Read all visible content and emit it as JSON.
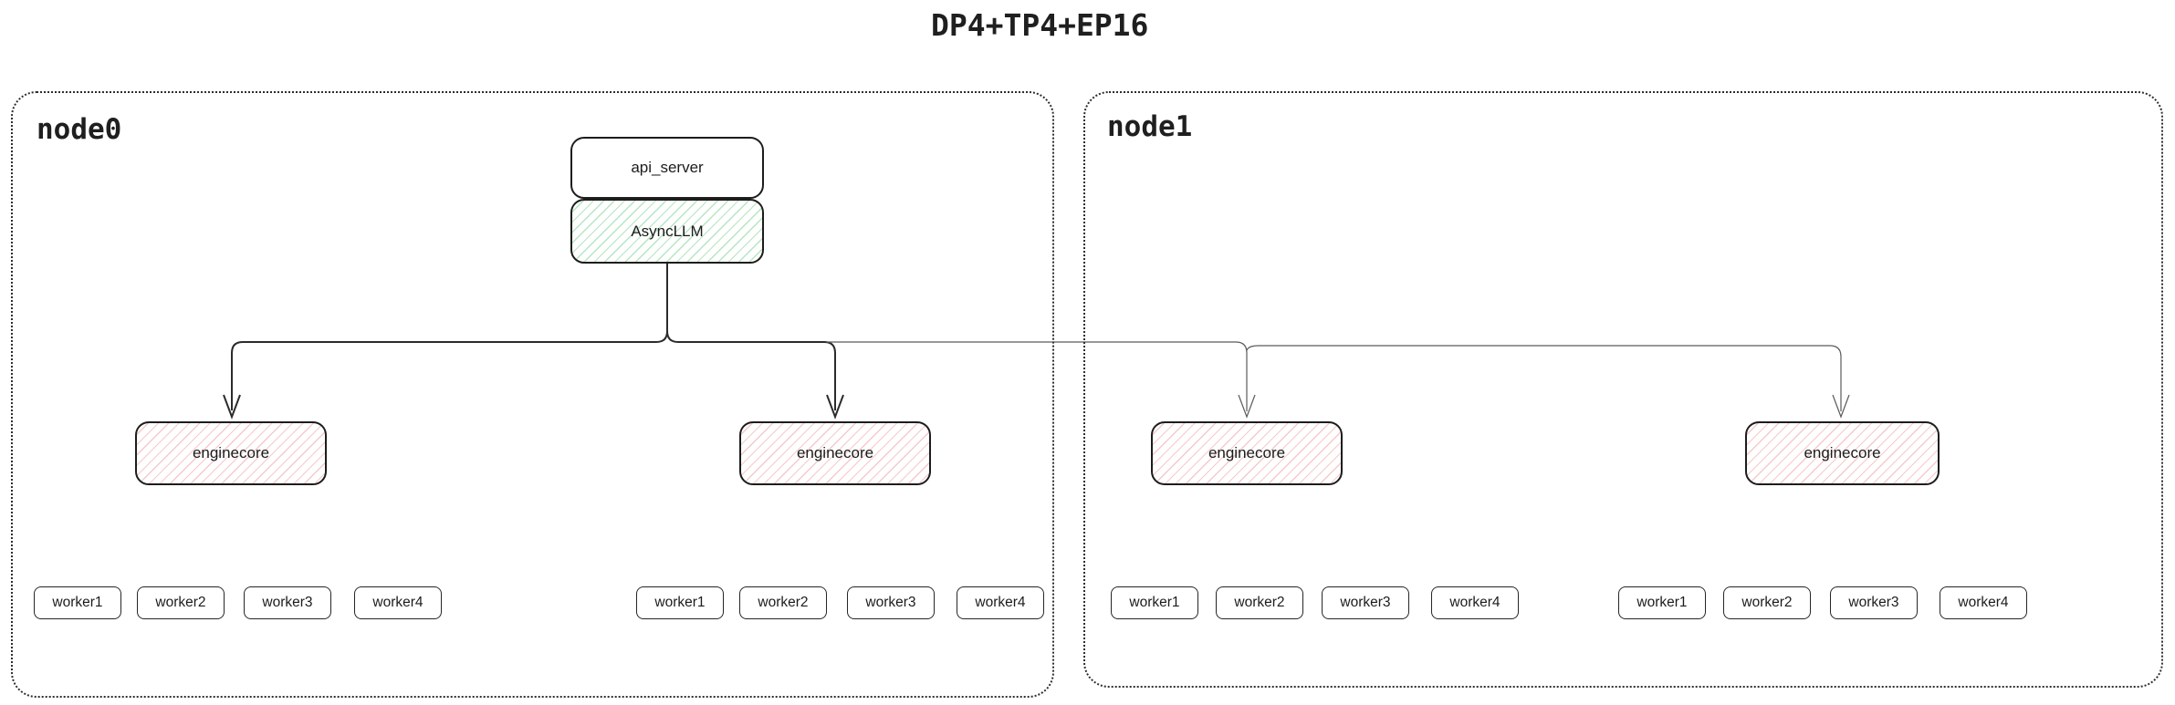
{
  "title": "DP4+TP4+EP16",
  "nodes": [
    {
      "label": "node0",
      "boxes": {
        "api_server": "api_server",
        "async_llm": "AsyncLLM"
      },
      "enginecores": [
        "enginecore",
        "enginecore"
      ],
      "worker_groups": [
        [
          "worker1",
          "worker2",
          "worker3",
          "worker4"
        ],
        [
          "worker1",
          "worker2",
          "worker3",
          "worker4"
        ]
      ]
    },
    {
      "label": "node1",
      "enginecores": [
        "enginecore",
        "enginecore"
      ],
      "worker_groups": [
        [
          "worker1",
          "worker2",
          "worker3",
          "worker4"
        ],
        [
          "worker1",
          "worker2",
          "worker3",
          "worker4"
        ]
      ]
    }
  ],
  "colors": {
    "background": "#ffffff",
    "border_dark": "#1d1d1d",
    "node_border_dotted": "#2e2e2e",
    "connector_dark": "#2b2b2b",
    "connector_thin": "#5a5a5a",
    "async_llm_hatch_green": "#79d28c",
    "enginecore_hatch_red": "#eb9694"
  }
}
